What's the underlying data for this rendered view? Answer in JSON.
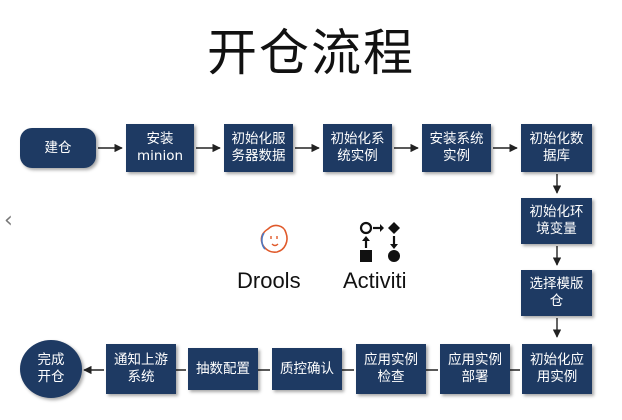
{
  "title": "开仓流程",
  "side_nav": "‹",
  "steps": [
    "建仓",
    "安装\nminion",
    "初始化服\n务器数据",
    "初始化系\n统实例",
    "安装系统\n实例",
    "初始化数\n据库",
    "初始化环\n境变量",
    "选择模版\n仓",
    "初始化应\n用实例",
    "应用实例\n部署",
    "应用实例\n检查",
    "质控确认",
    "抽数配置",
    "通知上游\n系统",
    "完成\n开仓"
  ],
  "logos": {
    "drools": "Drools",
    "activiti": "Activiti"
  },
  "colors": {
    "box": "#1e3a63",
    "arrow": "#222222",
    "drools_accent": "#e05a2b"
  }
}
